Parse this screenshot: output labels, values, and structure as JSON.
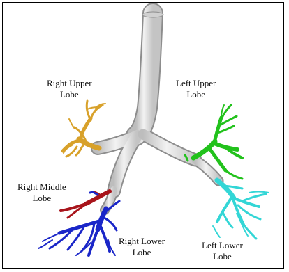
{
  "labels": {
    "right_upper": {
      "line1": "Right Upper",
      "line2": "Lobe"
    },
    "left_upper": {
      "line1": "Left Upper",
      "line2": "Lobe"
    },
    "right_middle": {
      "line1": "Right Middle",
      "line2": "Lobe"
    },
    "right_lower": {
      "line1": "Right Lower",
      "line2": "Lobe"
    },
    "left_lower": {
      "line1": "Left Lower",
      "line2": "Lobe"
    }
  },
  "colors": {
    "trachea": "#e3e3e3",
    "right_upper": "#d8a12a",
    "left_upper": "#22c21c",
    "right_middle": "#a8141b",
    "right_lower": "#1a26c8",
    "left_lower": "#33d6d6"
  }
}
